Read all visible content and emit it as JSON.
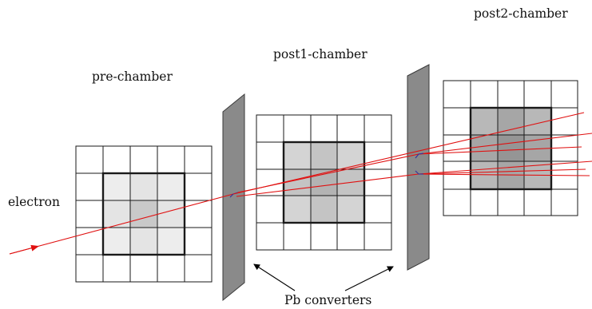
{
  "labels": {
    "pre_chamber": "pre-chamber",
    "post1_chamber": "post1-chamber",
    "post2_chamber": "post2-chamber",
    "electron": "electron",
    "pb_converters": "Pb converters"
  },
  "colors": {
    "electron_track": "#e01010",
    "converter_plate": "#8a8a8a",
    "pad_light": "#ededed",
    "pad_mid": "#cfcfcf",
    "pad_dark": "#a9a9a9",
    "pad_darker": "#9a9a9a"
  }
}
